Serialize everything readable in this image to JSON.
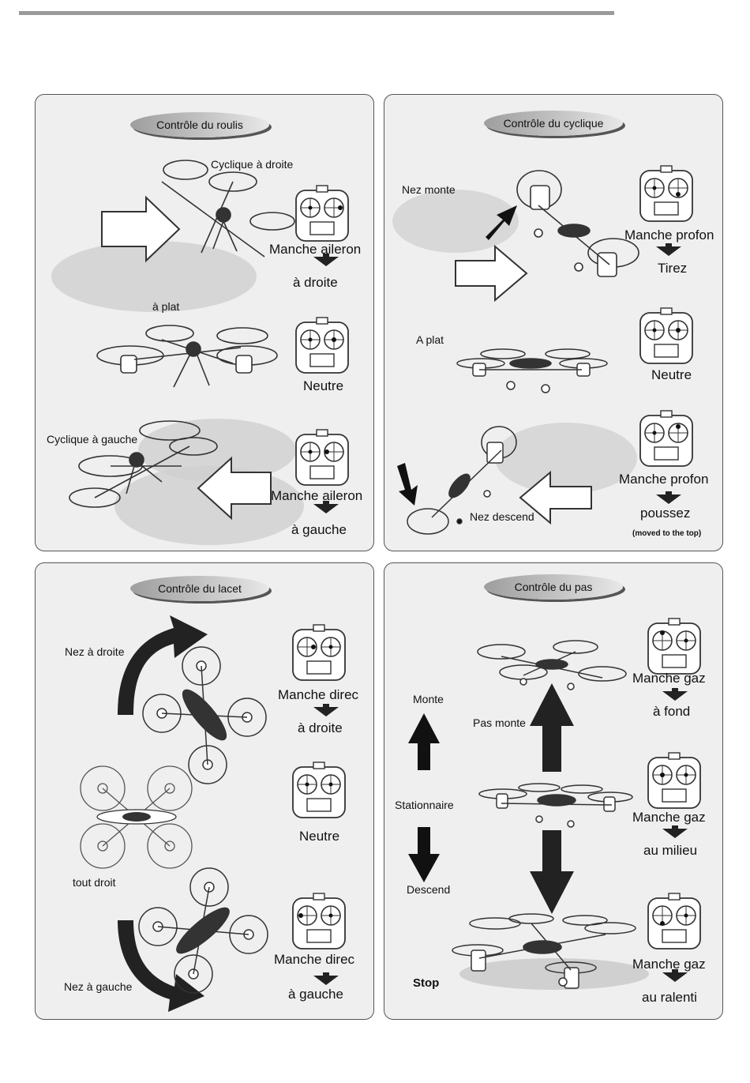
{
  "panels": {
    "roll": {
      "title": "Contrôle du roulis",
      "label_right": "Cyclique à droite",
      "label_flat": "à plat",
      "label_left": "Cyclique à gauche",
      "stick1": "Manche aileron",
      "dir1": "à droite",
      "neutral": "Neutre",
      "stick2": "Manche aileron",
      "dir2": "à gauche"
    },
    "pitch": {
      "title": "Contrôle du cyclique",
      "nose_up": "Nez monte",
      "flat": "A plat",
      "nose_down": "Nez descend",
      "stick1": "Manche profon",
      "dir1": "Tirez",
      "neutral": "Neutre",
      "stick2": "Manche profon",
      "dir2": "poussez",
      "note": "(moved to the top)"
    },
    "yaw": {
      "title": "Contrôle du lacet",
      "nose_right": "Nez à droite",
      "straight": "tout droit",
      "nose_left": "Nez à gauche",
      "stick1": "Manche direc",
      "dir1": "à droite",
      "neutral": "Neutre",
      "stick2": "Manche direc",
      "dir2": "à gauche"
    },
    "throttle": {
      "title": "Contrôle du pas",
      "up": "Monte",
      "pitch_up": "Pas monte",
      "hover": "Stationnaire",
      "down": "Descend",
      "stop": "Stop",
      "stick1": "Manche gaz",
      "dir1": "à fond",
      "stick2": "Manche gaz",
      "dir2": "au milieu",
      "stick3": "Manche gaz",
      "dir3": "au ralenti"
    }
  },
  "colors": {
    "panel_bg": "#efefef",
    "border": "#555555",
    "arrow_dark": "#222222"
  }
}
